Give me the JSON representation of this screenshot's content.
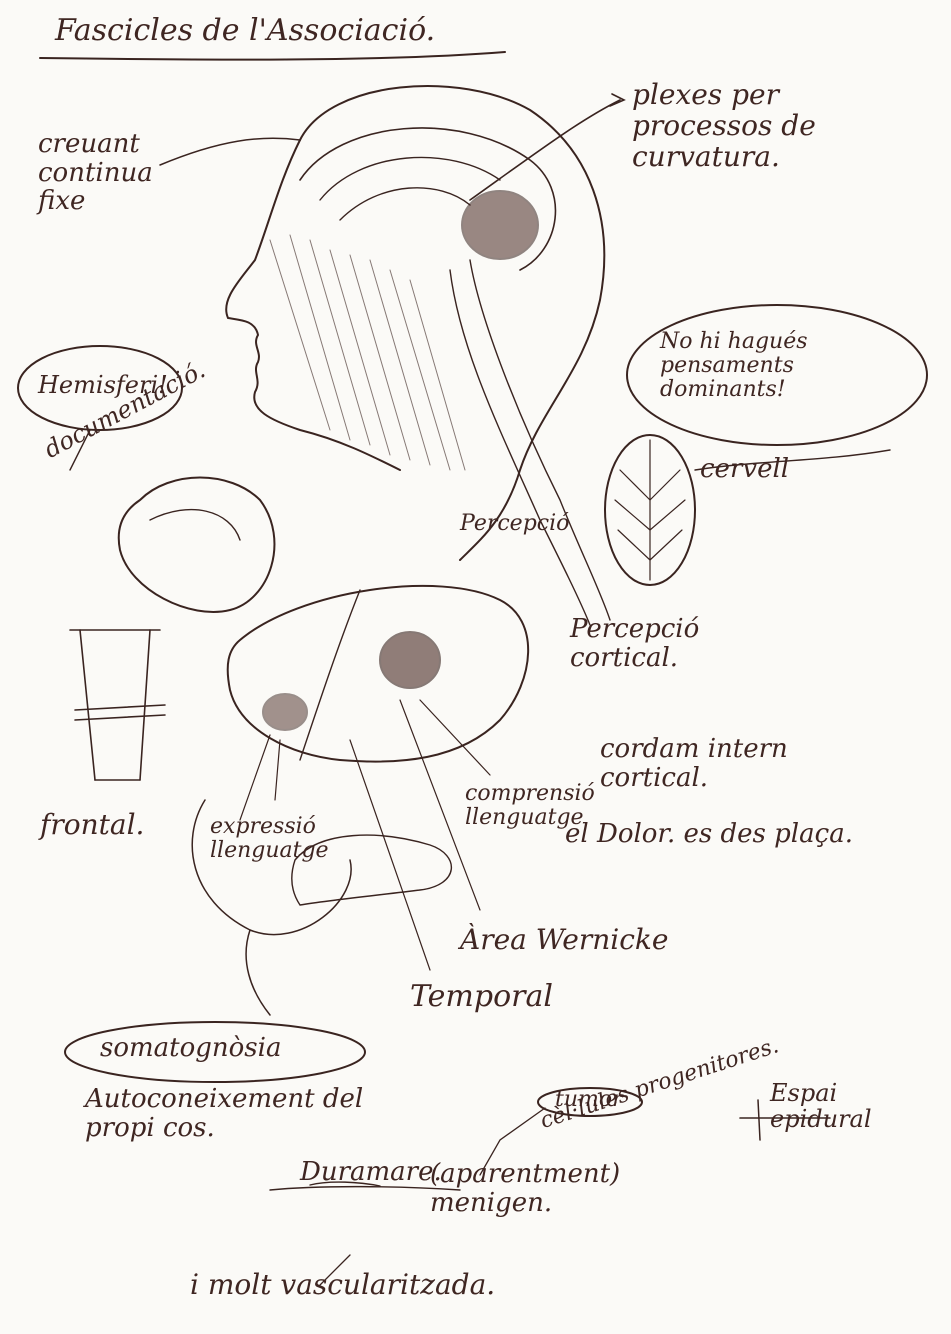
{
  "notes": {
    "top": "Fascicles de l'Associació.",
    "left_cross": "creuant continua fixe",
    "right_top": "plexes per processos de curvatura.",
    "bubble_left": "Hemisferi!",
    "document": "documentació.",
    "bubble_right": "No hi hagués pensaments dominants!",
    "right_mid": "cervell",
    "center_label": "Percepció",
    "percepcio": "Percepció cortical.",
    "cordam": "cordam intern cortical.",
    "frontal": "frontal.",
    "expressio": "expressió llenguatge",
    "comprensio": "comprensió llenguatge",
    "dolor": "el Dolor. es des plaça.",
    "wernicke": "Àrea Wernicke",
    "temporal": "Temporal",
    "somato": "somatognòsia",
    "autoconeix": "Autoconeixement del propi cos.",
    "tumor": "tumor",
    "cell": "cèl·lules progenitores.",
    "espai": "Espai epidural",
    "dura": "Duramare.",
    "aparenta": "(aparentment) menigen.",
    "vascular": "i molt vascularitzada."
  },
  "ink_color": "#3a2420"
}
